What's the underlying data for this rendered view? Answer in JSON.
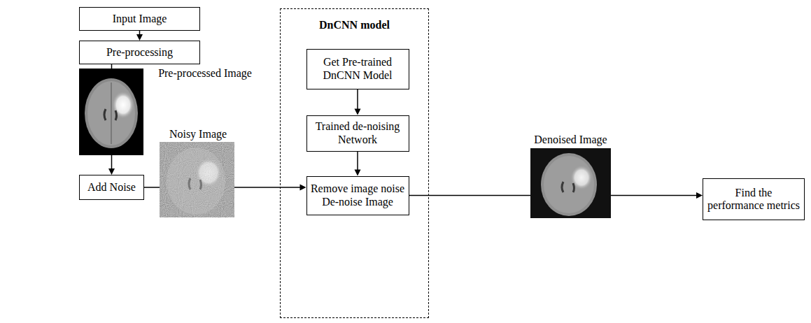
{
  "diagram": {
    "nodes": [
      {
        "text": [
          "Input Image"
        ]
      },
      {
        "text": [
          "Pre-processing"
        ]
      },
      {
        "text": [
          "Add Noise"
        ]
      },
      {
        "text": [
          "DnCNN model"
        ]
      },
      {
        "text": [
          "Get Pre-trained DnCNN Model"
        ],
        "in": 3
      },
      {
        "text": [
          "Trained de-noising Network"
        ],
        "in": 3
      },
      {
        "text": [
          "Remove image noise De-noise Image"
        ],
        "in": 3
      },
      {
        "text": [
          "Find the performance metrics"
        ]
      }
    ],
    "edges": [
      {
        "from": 0,
        "to": 1,
        "arrow": "to"
      },
      {
        "from": 1,
        "to": 2,
        "arrow": "to"
      },
      {
        "from": 2,
        "to": 6,
        "arrow": "to"
      },
      {
        "from": 4,
        "to": 5,
        "arrow": "to"
      },
      {
        "from": 5,
        "to": 6,
        "arrow": "to"
      },
      {
        "from": 6,
        "to": 7,
        "arrow": "to"
      }
    ],
    "labels": [
      "Pre-processed Image",
      "Noisy Image",
      "Denoised Image"
    ]
  }
}
